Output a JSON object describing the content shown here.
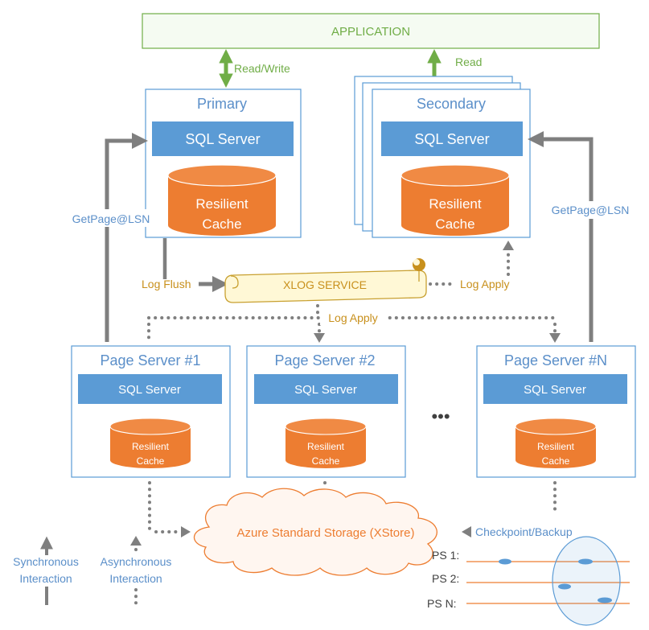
{
  "application": {
    "label": "APPLICATION"
  },
  "arrows": {
    "read_write": "Read/Write",
    "read": "Read",
    "get_page_left": "GetPage@LSN",
    "get_page_right": "GetPage@LSN",
    "log_flush": "Log Flush",
    "log_apply_secondary": "Log Apply",
    "log_apply_pages": "Log Apply",
    "checkpoint_backup": "Checkpoint/Backup"
  },
  "primary": {
    "title": "Primary",
    "sql": "SQL Server",
    "cache_line1": "Resilient",
    "cache_line2": "Cache"
  },
  "secondary": {
    "title": "Secondary",
    "sql": "SQL Server",
    "cache_line1": "Resilient",
    "cache_line2": "Cache"
  },
  "xlog": {
    "label": "XLOG SERVICE"
  },
  "page_servers": [
    {
      "title": "Page Server #1",
      "sql": "SQL Server",
      "cache_line1": "Resilient",
      "cache_line2": "Cache"
    },
    {
      "title": "Page Server #2",
      "sql": "SQL Server",
      "cache_line1": "Resilient",
      "cache_line2": "Cache"
    },
    {
      "title": "Page Server #N",
      "sql": "SQL Server",
      "cache_line1": "Resilient",
      "cache_line2": "Cache"
    }
  ],
  "ellipsis": "•••",
  "storage": {
    "label": "Azure Standard Storage (XStore)"
  },
  "legend": {
    "sync_line1": "Synchronous",
    "sync_line2": "Interaction",
    "async_line1": "Asynchronous",
    "async_line2": "Interaction"
  },
  "timeline": {
    "rows": [
      "PS 1:",
      "PS 2:",
      "PS N:"
    ]
  },
  "colors": {
    "blue": "#5b9bd5",
    "orange": "#ed7d31",
    "green": "#70ad47",
    "gray_arrow": "#7f7f7f",
    "gold": "#c8901c"
  }
}
